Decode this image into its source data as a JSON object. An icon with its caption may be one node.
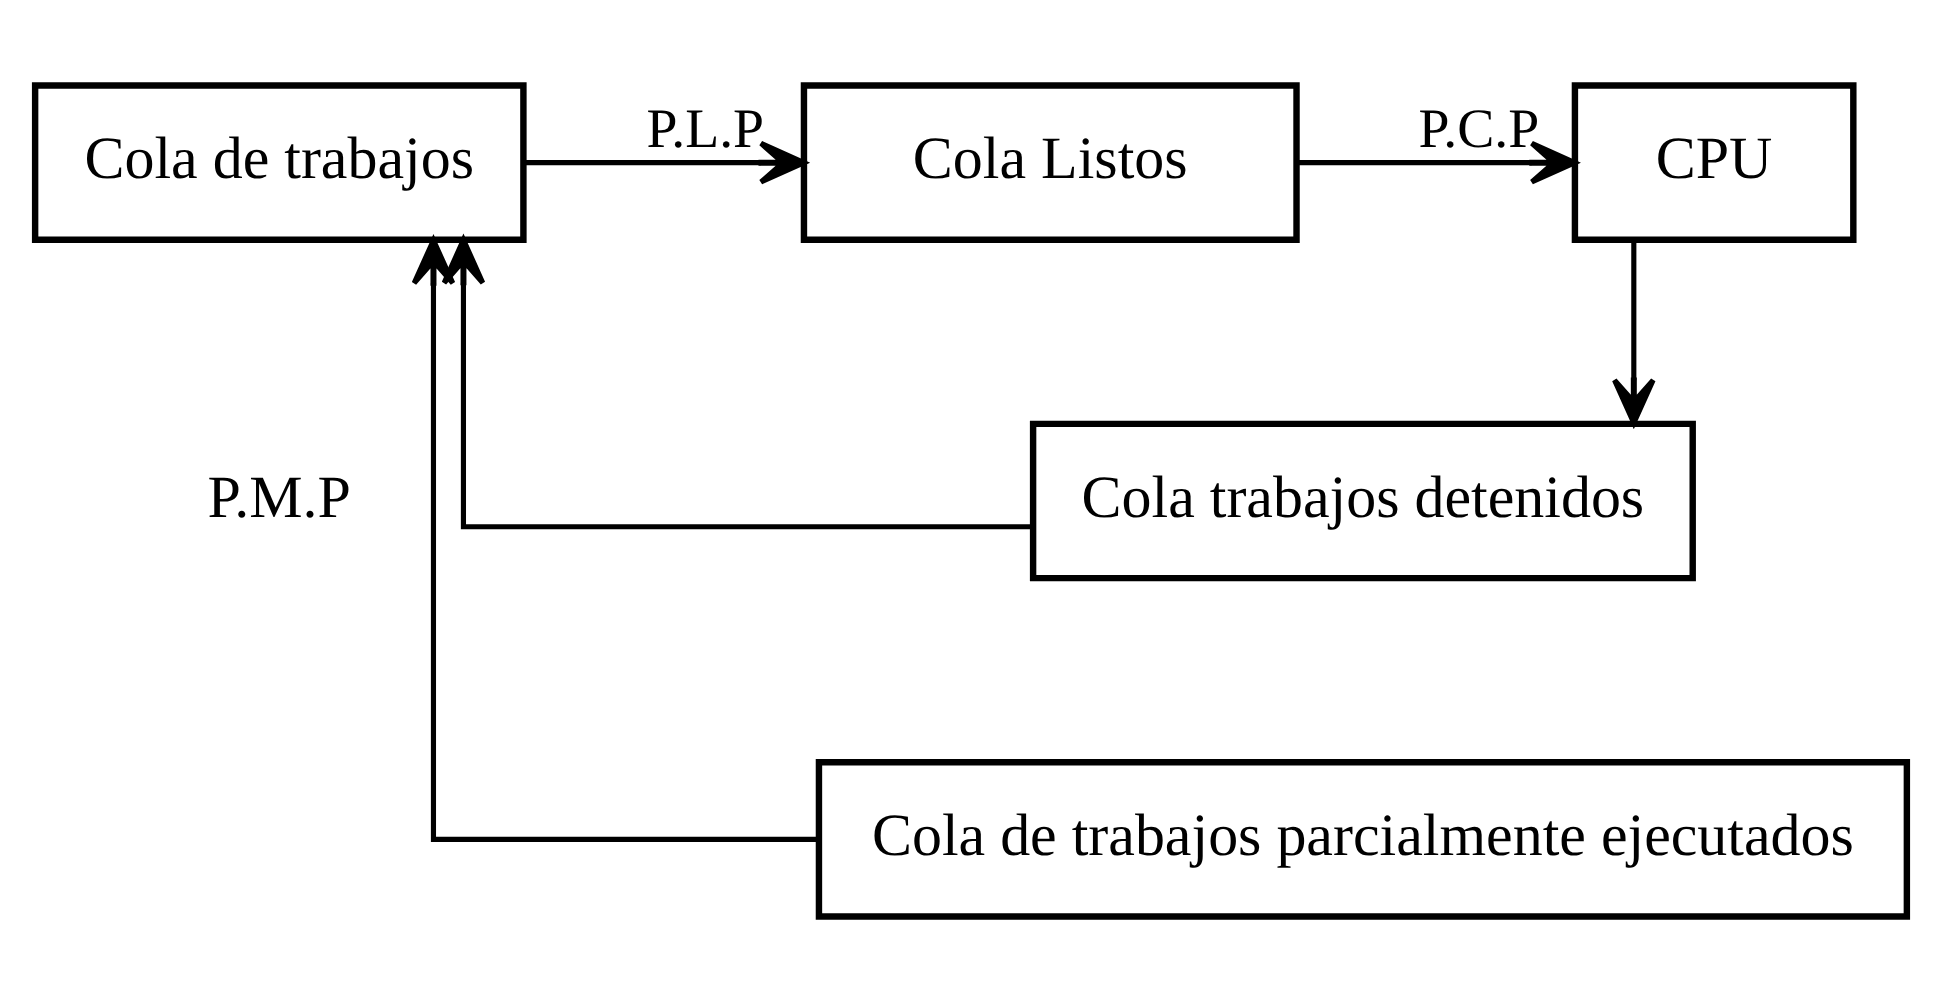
{
  "diagram": {
    "nodes": [
      {
        "text": [
          "Cola de trabajos"
        ]
      },
      {
        "text": [
          "Cola Listos"
        ]
      },
      {
        "text": [
          "CPU"
        ]
      },
      {
        "text": [
          "Cola trabajos detenidos"
        ]
      },
      {
        "text": [
          "Cola de trabajos parcialmente ejecutados"
        ]
      }
    ],
    "edges": [
      {
        "from": 0,
        "to": 1,
        "arrow": "to",
        "label": "P.L.P"
      },
      {
        "from": 1,
        "to": 2,
        "arrow": "to",
        "label": "P.C.P"
      },
      {
        "from": 2,
        "to": 3,
        "arrow": "to"
      },
      {
        "from": 3,
        "to": 0,
        "arrow": "to"
      },
      {
        "from": 4,
        "to": 0,
        "arrow": "to"
      }
    ],
    "labels": [
      "P.M.P"
    ]
  }
}
